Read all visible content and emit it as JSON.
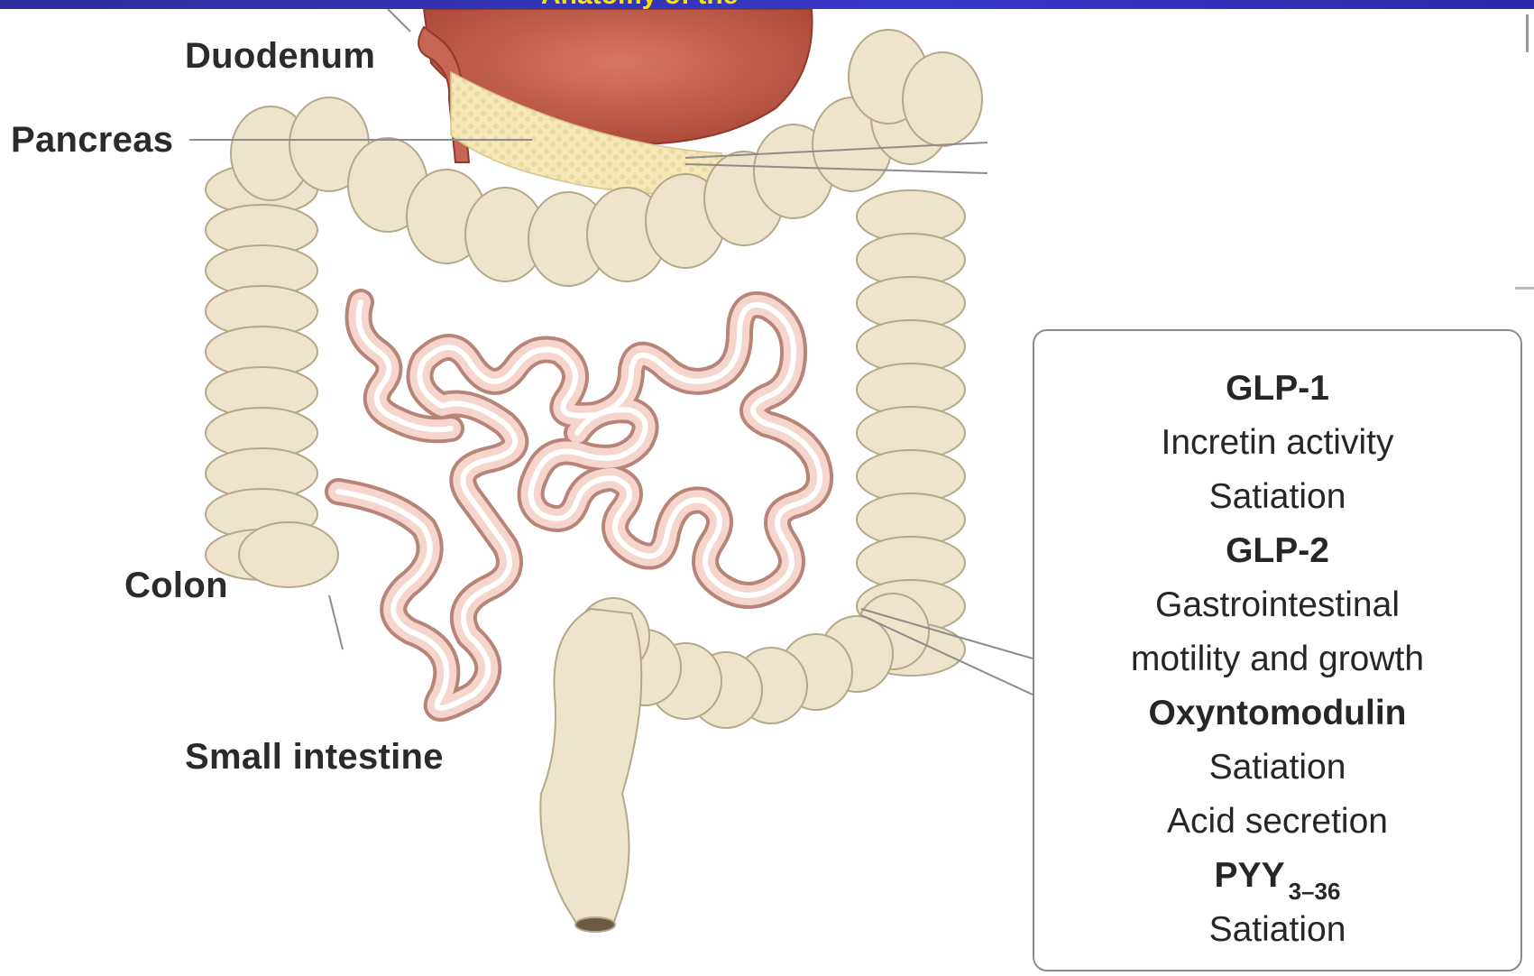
{
  "slide": {
    "title_fragment": "Anatomy of the"
  },
  "labels": {
    "duodenum": "Duodenum",
    "pancreas": "Pancreas",
    "colon": "Colon",
    "small_intestine": "Small intestine"
  },
  "hormone_box": {
    "lines": [
      {
        "text": "GLP-1",
        "bold": true
      },
      {
        "text": "Incretin activity",
        "bold": false
      },
      {
        "text": "Satiation",
        "bold": false
      },
      {
        "text": "GLP-2",
        "bold": true
      },
      {
        "text": "Gastrointestinal",
        "bold": false
      },
      {
        "text": "motility and growth",
        "bold": false
      },
      {
        "text": "Oxyntomodulin",
        "bold": true
      },
      {
        "text": "Satiation",
        "bold": false
      },
      {
        "text": "Acid secretion",
        "bold": false
      },
      {
        "text": "PYY",
        "bold": true,
        "subscript": "3–36"
      },
      {
        "text": "Satiation",
        "bold": false
      }
    ]
  },
  "colors": {
    "background_frame": "#10105a",
    "title_bar": "#3838c8",
    "title_text": "#f5e600",
    "colon_fill": "#eee4cc",
    "small_intestine_fill": "#f4cfc4",
    "stomach_fill": "#c25a48",
    "pancreas_fill": "#f4e8b8"
  }
}
